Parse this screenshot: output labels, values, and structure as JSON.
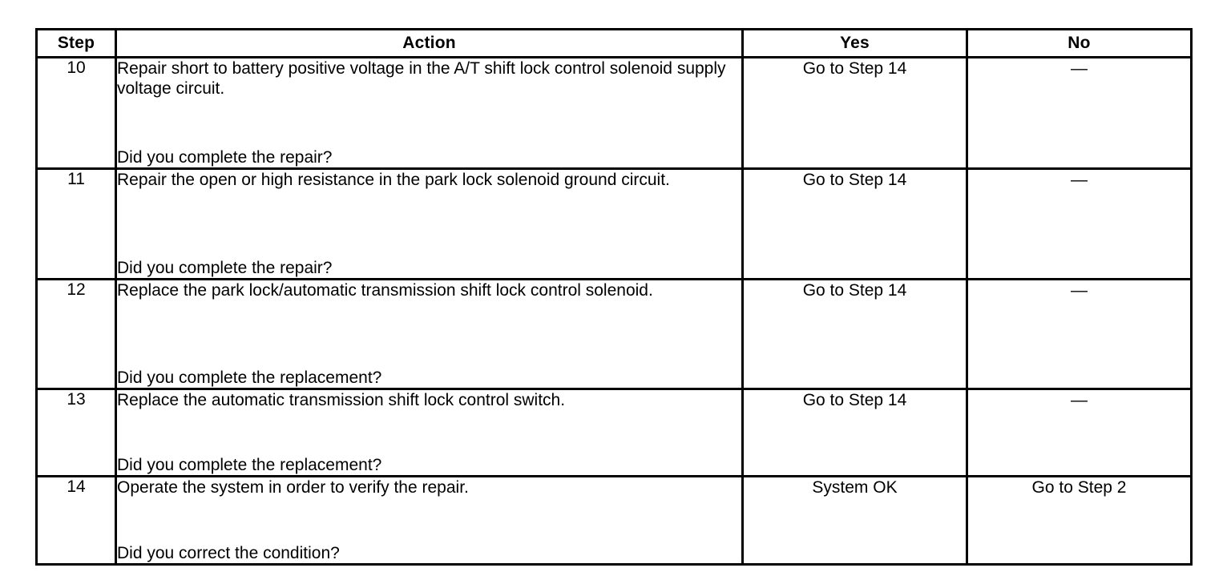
{
  "table": {
    "columns": [
      {
        "key": "step",
        "label": "Step"
      },
      {
        "key": "action",
        "label": "Action"
      },
      {
        "key": "yes",
        "label": "Yes"
      },
      {
        "key": "no",
        "label": "No"
      }
    ],
    "rows": [
      {
        "step": "10",
        "action_statement": "Repair short to battery positive voltage in the A/T shift lock control solenoid supply voltage circuit.",
        "action_question": "Did you complete the repair?",
        "yes": "Go to Step 14",
        "no": "—"
      },
      {
        "step": "11",
        "action_statement": "Repair the open or high resistance in the park lock solenoid ground circuit.",
        "action_question": "Did you complete the repair?",
        "yes": "Go to Step 14",
        "no": "—"
      },
      {
        "step": "12",
        "action_statement": "Replace the park lock/automatic transmission shift lock control solenoid.",
        "action_question": "Did you complete the replacement?",
        "yes": "Go to Step 14",
        "no": "—"
      },
      {
        "step": "13",
        "action_statement": "Replace the automatic transmission shift lock control switch.",
        "action_question": "Did you complete the replacement?",
        "yes": "Go to Step 14",
        "no": "—"
      },
      {
        "step": "14",
        "action_statement": "Operate the system in order to verify the repair.",
        "action_question": "Did you correct the condition?",
        "yes": "System OK",
        "no": "Go to Step 2"
      }
    ]
  },
  "style": {
    "border_color": "#000000",
    "text_color": "#000000",
    "background_color": "#ffffff"
  }
}
